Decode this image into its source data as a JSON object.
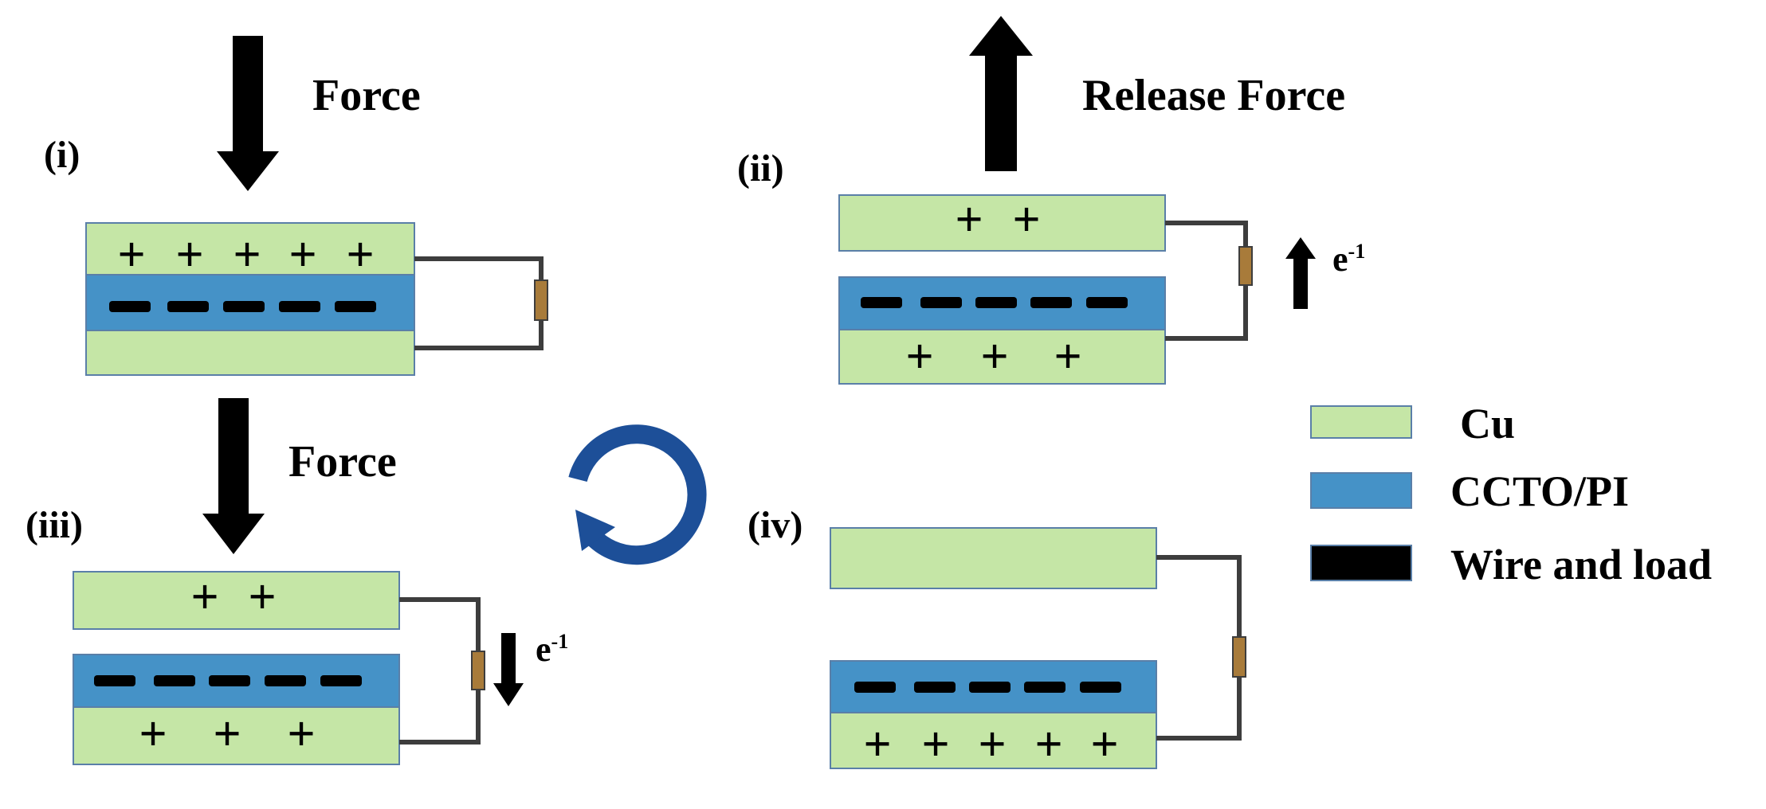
{
  "labels": {
    "panel_i": "(i)",
    "panel_ii": "(ii)",
    "panel_iii": "(iii)",
    "panel_iv": "(iv)",
    "force_i": "Force",
    "release_force": "Release Force",
    "force_iii": "Force",
    "electron": "e",
    "electron_exp": "-1"
  },
  "charges": {
    "plus": "+",
    "minus": "−"
  },
  "legend": {
    "cu": "Cu",
    "ccto_pi": "CCTO/PI",
    "wire_load": "Wire and load"
  },
  "colors": {
    "cu": "#c5e6a6",
    "ccto_pi": "#4592c7",
    "wire": "#3d3d3d",
    "load": "#a87b3a",
    "cycle_arrow": "#1d4f98",
    "text": "#000000"
  },
  "icons": {
    "force_arrow": "arrow-down-icon",
    "release_arrow": "arrow-up-icon",
    "cycle": "cycle-arrow-icon"
  }
}
